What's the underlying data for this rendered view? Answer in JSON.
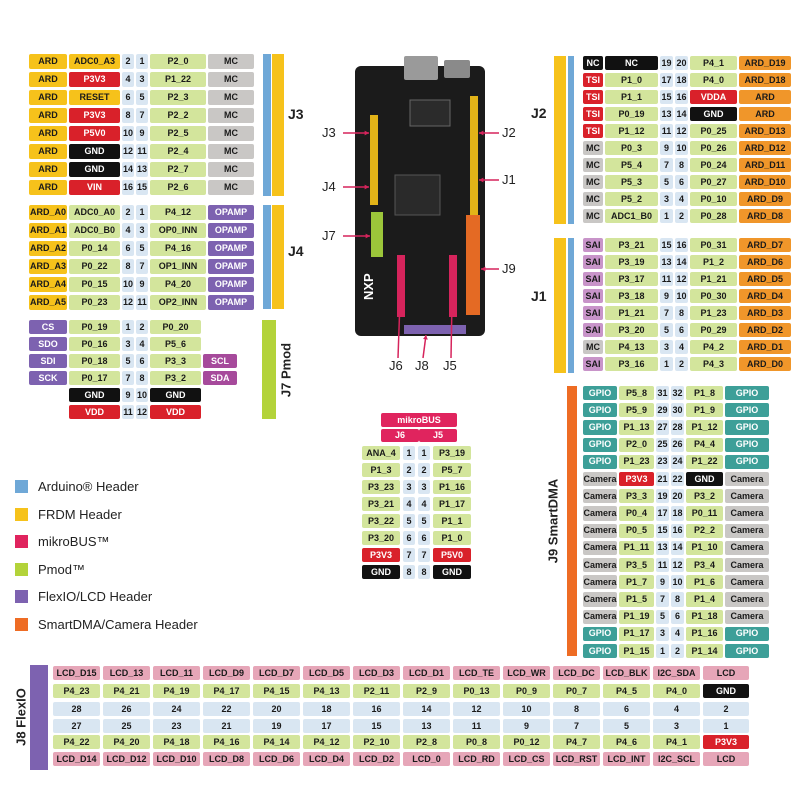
{
  "colors": {
    "ARD": "#f6c21b",
    "FUNC_Y": "#f6c21b",
    "PIN": "#d3e59c",
    "NUM": "#d9e6f2",
    "MC": "#c9c7c5",
    "OPAMP": "#7d62b0",
    "PMOD_L": "#7d62b0",
    "SCL": "#a64a9b",
    "NC": "#111111",
    "TSI": "#d9212a",
    "VDDA": "#d9212a",
    "ORANGE": "#f0962a",
    "SAI": "#c894c9",
    "GPIO": "#3d9f98",
    "CAM": "#c9c7c5",
    "LCD": "#e6a6b8",
    "RED": "#d9212a",
    "BLACK": "#111111",
    "MIKRO": "#e0245e",
    "PMOD": "#b3d33a",
    "ARDUINO": "#6fa8d7",
    "FRDM": "#f6c21b",
    "FLEXIO": "#7d62b0",
    "SMARTDMA": "#ee6c24"
  },
  "j3": {
    "title": "J3",
    "rows": [
      [
        "ARD",
        "ADC0_A3",
        "2",
        "1",
        "P2_0",
        "MC"
      ],
      [
        "ARD",
        "P3V3",
        "4",
        "3",
        "P1_22",
        "MC"
      ],
      [
        "ARD",
        "RESET",
        "6",
        "5",
        "P2_3",
        "MC"
      ],
      [
        "ARD",
        "P3V3",
        "8",
        "7",
        "P2_2",
        "MC"
      ],
      [
        "ARD",
        "P5V0",
        "10",
        "9",
        "P2_5",
        "MC"
      ],
      [
        "ARD",
        "GND",
        "12",
        "11",
        "P2_4",
        "MC"
      ],
      [
        "ARD",
        "GND",
        "14",
        "13",
        "P2_7",
        "MC"
      ],
      [
        "ARD",
        "VIN",
        "16",
        "15",
        "P2_6",
        "MC"
      ]
    ]
  },
  "j4": {
    "title": "J4",
    "rows": [
      [
        "ARD_A0",
        "ADC0_A0",
        "2",
        "1",
        "P4_12",
        "OPAMP"
      ],
      [
        "ARD_A1",
        "ADC0_B0",
        "4",
        "3",
        "OP0_INN",
        "OPAMP"
      ],
      [
        "ARD_A2",
        "P0_14",
        "6",
        "5",
        "P4_16",
        "OPAMP"
      ],
      [
        "ARD_A3",
        "P0_22",
        "8",
        "7",
        "OP1_INN",
        "OPAMP"
      ],
      [
        "ARD_A4",
        "P0_15",
        "10",
        "9",
        "P4_20",
        "OPAMP"
      ],
      [
        "ARD_A5",
        "P0_23",
        "12",
        "11",
        "OP2_INN",
        "OPAMP"
      ]
    ]
  },
  "j7": {
    "title": "J7 Pmod",
    "rows": [
      [
        "CS",
        "P0_19",
        "1",
        "2",
        "P0_20",
        ""
      ],
      [
        "SDO",
        "P0_16",
        "3",
        "4",
        "P5_6",
        ""
      ],
      [
        "SDI",
        "P0_18",
        "5",
        "6",
        "P3_3",
        "SCL"
      ],
      [
        "SCK",
        "P0_17",
        "7",
        "8",
        "P3_2",
        "SDA"
      ],
      [
        "",
        "GND",
        "9",
        "10",
        "GND",
        ""
      ],
      [
        "",
        "VDD",
        "11",
        "12",
        "VDD",
        ""
      ]
    ]
  },
  "j2": {
    "title": "J2",
    "rows": [
      [
        "NC",
        "NC",
        "19",
        "20",
        "P4_1",
        "ARD_D19"
      ],
      [
        "TSI",
        "P1_0",
        "17",
        "18",
        "P4_0",
        "ARD_D18"
      ],
      [
        "TSI",
        "P1_1",
        "15",
        "16",
        "VDDA",
        "ARD"
      ],
      [
        "TSI",
        "P0_19",
        "13",
        "14",
        "GND",
        "ARD"
      ],
      [
        "TSI",
        "P1_12",
        "11",
        "12",
        "P0_25",
        "ARD_D13"
      ],
      [
        "MC",
        "P0_3",
        "9",
        "10",
        "P0_26",
        "ARD_D12"
      ],
      [
        "MC",
        "P5_4",
        "7",
        "8",
        "P0_24",
        "ARD_D11"
      ],
      [
        "MC",
        "P5_3",
        "5",
        "6",
        "P0_27",
        "ARD_D10"
      ],
      [
        "MC",
        "P5_2",
        "3",
        "4",
        "P0_10",
        "ARD_D9"
      ],
      [
        "MC",
        "ADC1_B0",
        "1",
        "2",
        "P0_28",
        "ARD_D8"
      ]
    ]
  },
  "j1": {
    "title": "J1",
    "rows": [
      [
        "SAI",
        "P3_21",
        "15",
        "16",
        "P0_31",
        "ARD_D7"
      ],
      [
        "SAI",
        "P3_19",
        "13",
        "14",
        "P1_2",
        "ARD_D6"
      ],
      [
        "SAI",
        "P3_17",
        "11",
        "12",
        "P1_21",
        "ARD_D5"
      ],
      [
        "SAI",
        "P3_18",
        "9",
        "10",
        "P0_30",
        "ARD_D4"
      ],
      [
        "SAI",
        "P1_21",
        "7",
        "8",
        "P1_23",
        "ARD_D3"
      ],
      [
        "SAI",
        "P3_20",
        "5",
        "6",
        "P0_29",
        "ARD_D2"
      ],
      [
        "MC",
        "P4_13",
        "3",
        "4",
        "P4_2",
        "ARD_D1"
      ],
      [
        "SAI",
        "P3_16",
        "1",
        "2",
        "P4_3",
        "ARD_D0"
      ]
    ]
  },
  "j9": {
    "title": "J9 SmartDMA",
    "rows": [
      [
        "GPIO",
        "P5_8",
        "31",
        "32",
        "P1_8",
        "GPIO"
      ],
      [
        "GPIO",
        "P5_9",
        "29",
        "30",
        "P1_9",
        "GPIO"
      ],
      [
        "GPIO",
        "P1_13",
        "27",
        "28",
        "P1_12",
        "GPIO"
      ],
      [
        "GPIO",
        "P2_0",
        "25",
        "26",
        "P4_4",
        "GPIO"
      ],
      [
        "GPIO",
        "P1_23",
        "23",
        "24",
        "P1_22",
        "GPIO"
      ],
      [
        "Camera",
        "P3V3",
        "21",
        "22",
        "GND",
        "Camera"
      ],
      [
        "Camera",
        "P3_3",
        "19",
        "20",
        "P3_2",
        "Camera"
      ],
      [
        "Camera",
        "P0_4",
        "17",
        "18",
        "P0_11",
        "Camera"
      ],
      [
        "Camera",
        "P0_5",
        "15",
        "16",
        "P2_2",
        "Camera"
      ],
      [
        "Camera",
        "P1_11",
        "13",
        "14",
        "P1_10",
        "Camera"
      ],
      [
        "Camera",
        "P3_5",
        "11",
        "12",
        "P3_4",
        "Camera"
      ],
      [
        "Camera",
        "P1_7",
        "9",
        "10",
        "P1_6",
        "Camera"
      ],
      [
        "Camera",
        "P1_5",
        "7",
        "8",
        "P1_4",
        "Camera"
      ],
      [
        "Camera",
        "P1_19",
        "5",
        "6",
        "P1_18",
        "Camera"
      ],
      [
        "GPIO",
        "P1_17",
        "3",
        "4",
        "P1_16",
        "GPIO"
      ],
      [
        "GPIO",
        "P1_15",
        "1",
        "2",
        "P1_14",
        "GPIO"
      ]
    ]
  },
  "mikrobus": {
    "title": "mikroBUS",
    "left_header": "J6",
    "right_header": "J5",
    "rows": [
      [
        "ANA_4",
        "1",
        "1",
        "P3_19"
      ],
      [
        "P1_3",
        "2",
        "2",
        "P5_7"
      ],
      [
        "P3_23",
        "3",
        "3",
        "P1_16"
      ],
      [
        "P3_21",
        "4",
        "4",
        "P1_17"
      ],
      [
        "P3_22",
        "5",
        "5",
        "P1_1"
      ],
      [
        "P3_20",
        "6",
        "6",
        "P1_0"
      ],
      [
        "P3V3",
        "7",
        "7",
        "P5V0"
      ],
      [
        "GND",
        "8",
        "8",
        "GND"
      ]
    ]
  },
  "j8": {
    "title": "J8 FlexIO",
    "rows": [
      [
        "LCD_D15",
        "LCD_13",
        "LCD_11",
        "LCD_D9",
        "LCD_D7",
        "LCD_D5",
        "LCD_D3",
        "LCD_D1",
        "LCD_TE",
        "LCD_WR",
        "LCD_DC",
        "LCD_BLK",
        "I2C_SDA",
        "LCD"
      ],
      [
        "P4_23",
        "P4_21",
        "P4_19",
        "P4_17",
        "P4_15",
        "P4_13",
        "P2_11",
        "P2_9",
        "P0_13",
        "P0_9",
        "P0_7",
        "P4_5",
        "P4_0",
        "GND"
      ],
      [
        "28",
        "26",
        "24",
        "22",
        "20",
        "18",
        "16",
        "14",
        "12",
        "10",
        "8",
        "6",
        "4",
        "2"
      ],
      [
        "27",
        "25",
        "23",
        "21",
        "19",
        "17",
        "15",
        "13",
        "11",
        "9",
        "7",
        "5",
        "3",
        "1"
      ],
      [
        "P4_22",
        "P4_20",
        "P4_18",
        "P4_16",
        "P4_14",
        "P4_12",
        "P2_10",
        "P2_8",
        "P0_8",
        "P0_12",
        "P4_7",
        "P4_6",
        "P4_1",
        "P3V3"
      ],
      [
        "LCD_D14",
        "LCD_D12",
        "LCD_D10",
        "LCD_D8",
        "LCD_D6",
        "LCD_D4",
        "LCD_D2",
        "LCD_0",
        "LCD_RD",
        "LCD_CS",
        "LCD_RST",
        "LCD_INT",
        "I2C_SCL",
        "LCD"
      ]
    ]
  },
  "legend": [
    {
      "label": "Arduino® Header",
      "color": "#6fa8d7"
    },
    {
      "label": "FRDM Header",
      "color": "#f6c21b"
    },
    {
      "label": "mikroBUS™",
      "color": "#e0245e"
    },
    {
      "label": "Pmod™",
      "color": "#b3d33a"
    },
    {
      "label": "FlexIO/LCD Header",
      "color": "#7d62b0"
    },
    {
      "label": "SmartDMA/Camera Header",
      "color": "#ee6c24"
    }
  ],
  "board": {
    "labels": [
      "J3",
      "J2",
      "J4",
      "J1",
      "J7",
      "J9",
      "J6",
      "J8",
      "J5"
    ],
    "logo": "NXP"
  }
}
